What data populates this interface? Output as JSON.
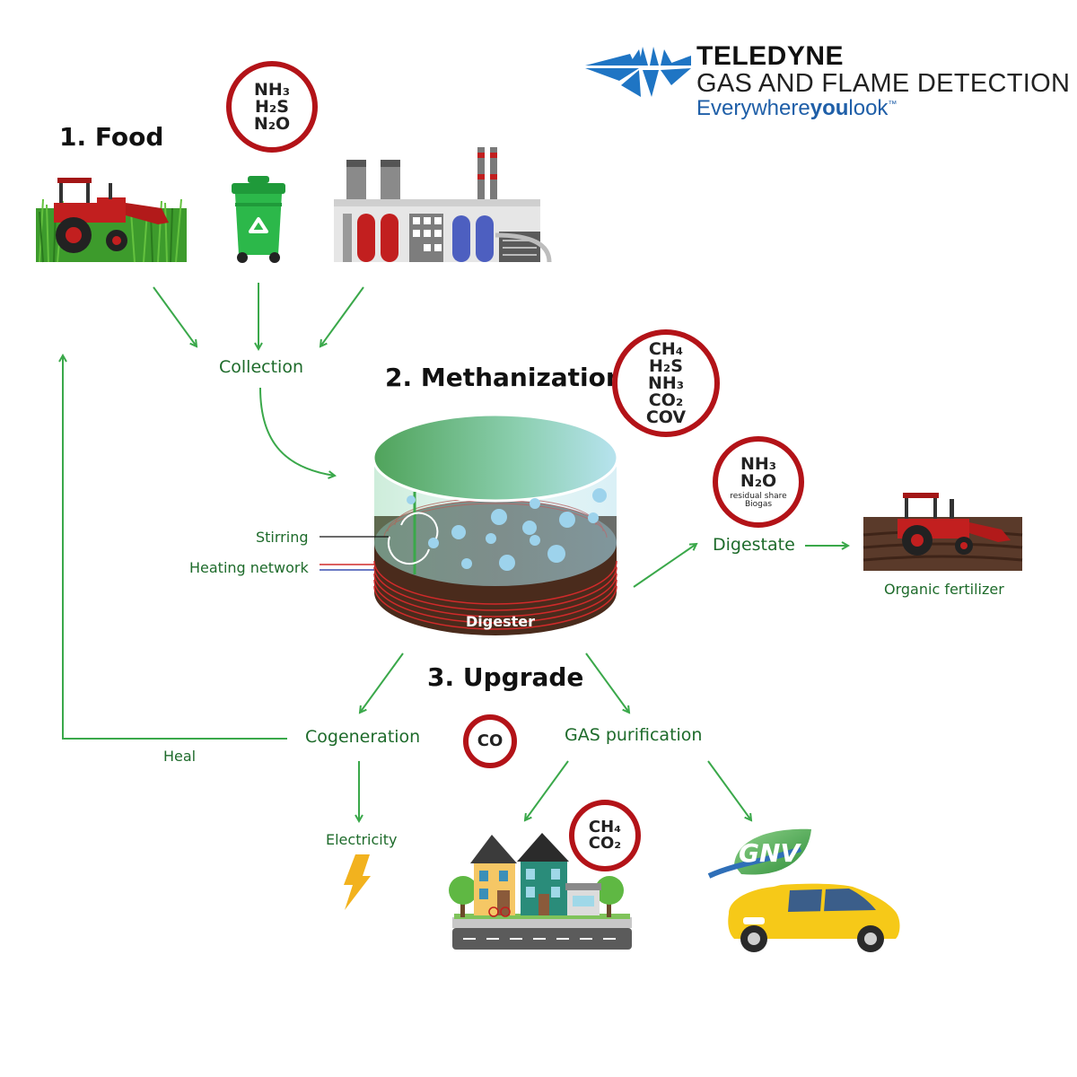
{
  "brand": {
    "name": "TELEDYNE",
    "division": "GAS AND FLAME DETECTION",
    "tagline_prefix": "Everywhere",
    "tagline_bold": "you",
    "tagline_suffix": "look",
    "trademark": "™",
    "color": "#1f75c4"
  },
  "stages": {
    "food": "1. Food",
    "methanization": "2. Methanization",
    "upgrade": "3. Upgrade"
  },
  "labels": {
    "collection": "Collection",
    "stirring": "Stirring",
    "heating_network": "Heating network",
    "digester": "Digester",
    "digestate": "Digestate",
    "organic_fertilizer": "Organic fertilizer",
    "cogeneration": "Cogeneration",
    "gas_purification": "GAS purification",
    "electricity": "Electricity",
    "heal": "Heal",
    "gnv": "GNV"
  },
  "gas_badges": {
    "food": [
      "NH₃",
      "H₂S",
      "N₂O"
    ],
    "methanization": [
      "CH₄",
      "H₂S",
      "NH₃",
      "CO₂",
      "COV"
    ],
    "digestate": {
      "gases": [
        "NH₃",
        "N₂O"
      ],
      "note_line1": "residual share",
      "note_line2": "Biogas"
    },
    "cogeneration": [
      "CO"
    ],
    "houses": [
      "CH₄",
      "CO₂"
    ]
  },
  "colors": {
    "arrow": "#3aa84a",
    "badge_ring": "#b31318",
    "label_text": "#1e6b2b"
  },
  "icons": [
    "tractor-icon",
    "recycle-bin-icon",
    "factory-icon",
    "digester-icon",
    "plowing-tractor-icon",
    "lightning-icon",
    "houses-icon",
    "car-icon",
    "leaf-icon"
  ]
}
